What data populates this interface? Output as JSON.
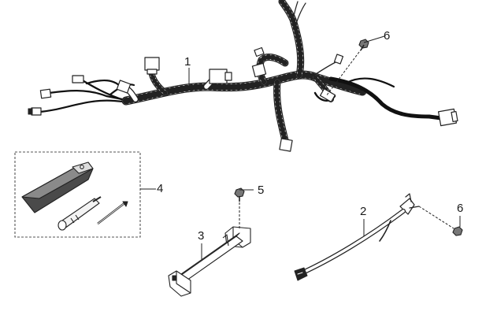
{
  "diagram": {
    "parts": [
      {
        "id": "part-1",
        "label": "1",
        "name": "wire-harness"
      },
      {
        "id": "part-2",
        "label": "2",
        "name": "ground-cable"
      },
      {
        "id": "part-3",
        "label": "3",
        "name": "bracket"
      },
      {
        "id": "part-4",
        "label": "4",
        "name": "tool-kit"
      },
      {
        "id": "part-5",
        "label": "5",
        "name": "bolt"
      },
      {
        "id": "part-6a",
        "label": "6",
        "name": "bolt"
      },
      {
        "id": "part-6b",
        "label": "6",
        "name": "bolt"
      }
    ],
    "colors": {
      "line": "#222222",
      "harness_fill": "#ffffff",
      "fill_light": "#f2f2f2",
      "fill_dark": "#4a4a4a",
      "box": "#555555"
    }
  }
}
